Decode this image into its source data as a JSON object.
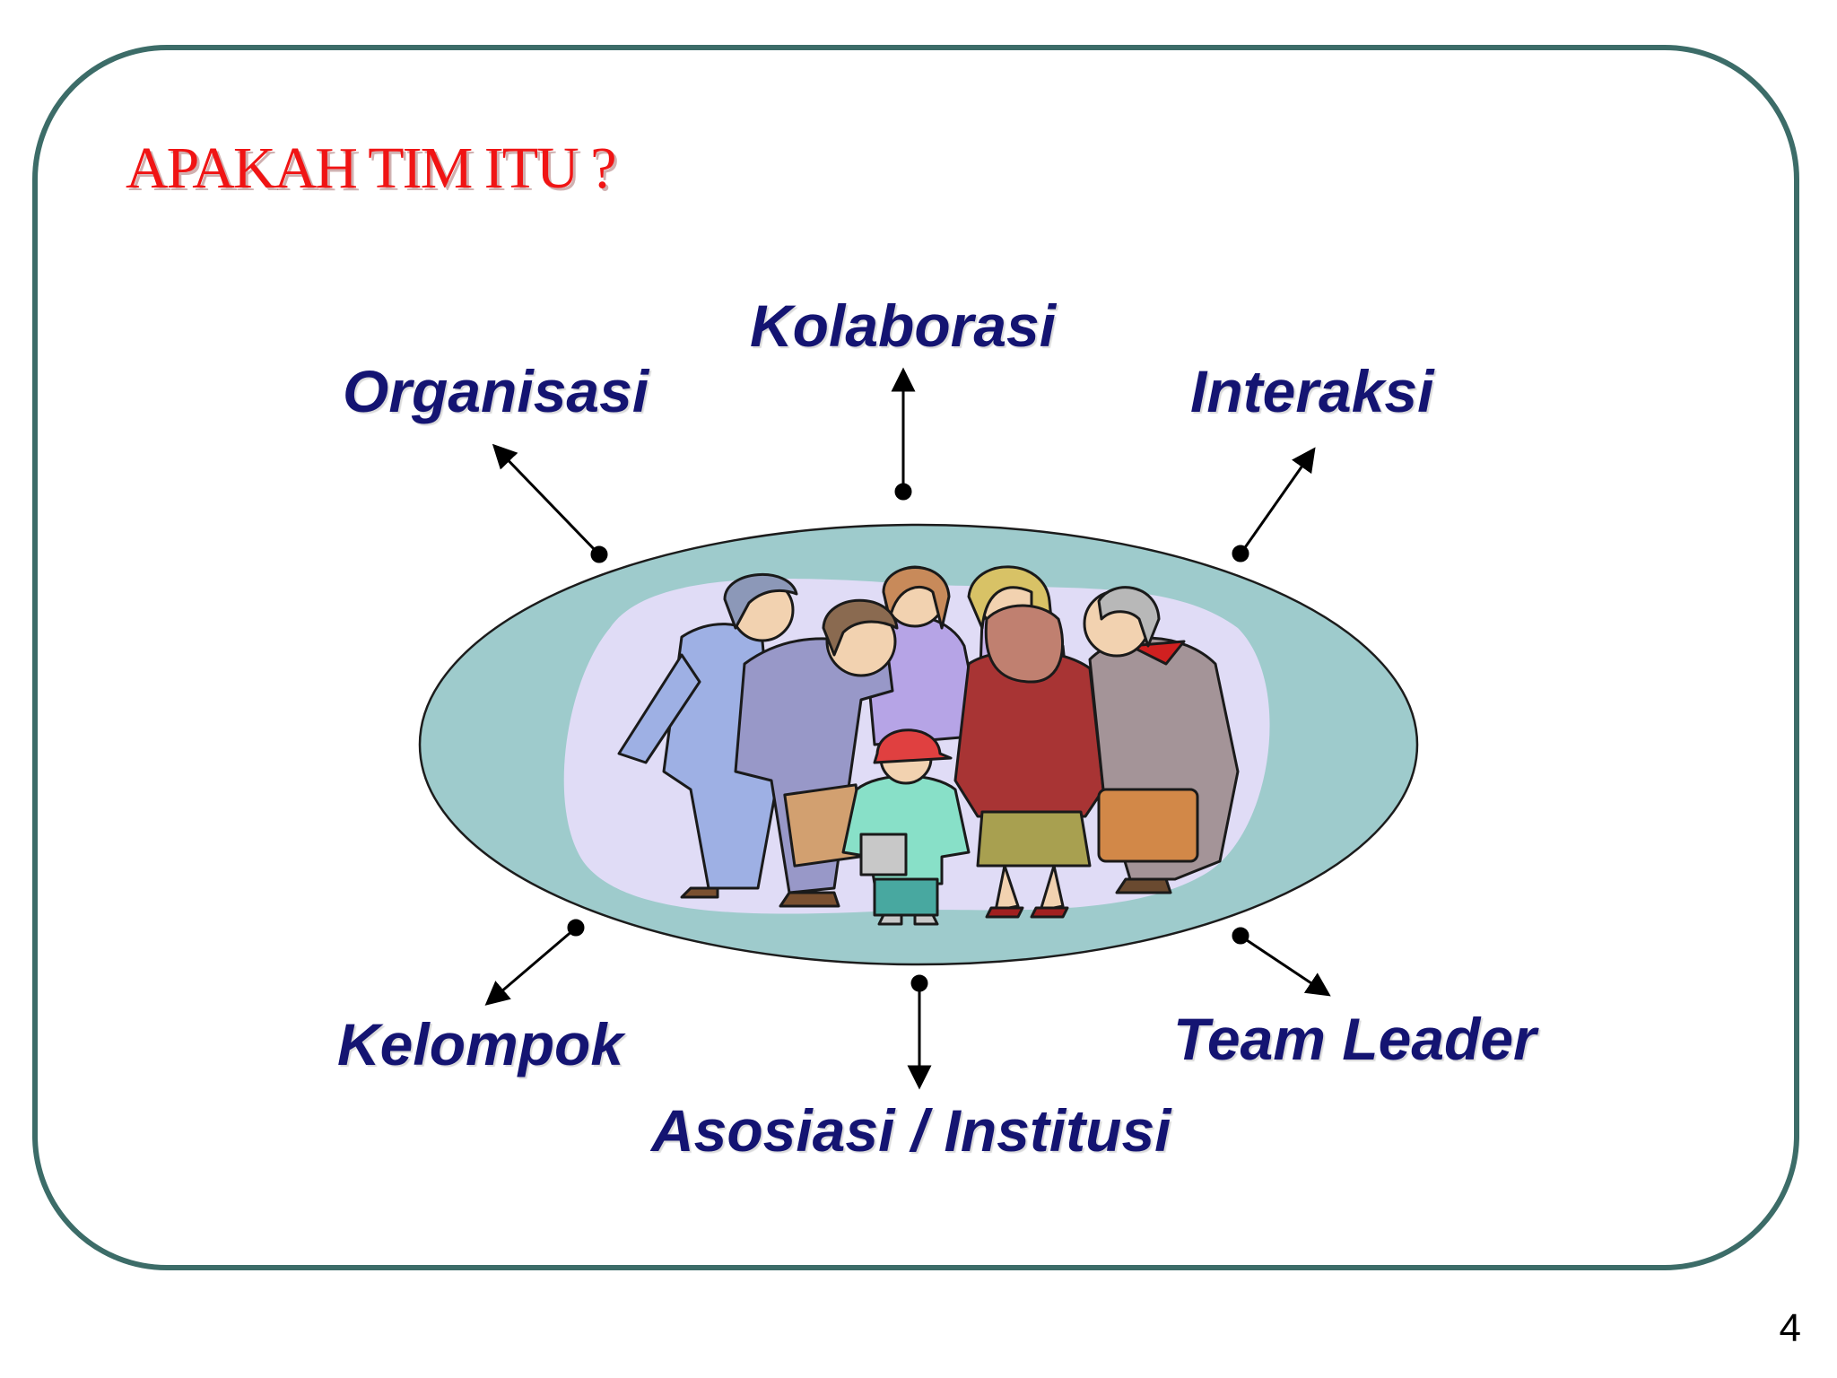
{
  "slide": {
    "title": "APAKAH TIM ITU ?",
    "page_number": "4"
  },
  "terms": {
    "top": "Kolaborasi",
    "top_left": "Organisasi",
    "top_right": "Interaksi",
    "bottom_left": "Kelompok",
    "bottom": "Asosiasi / Institusi",
    "bottom_right": "Team Leader"
  },
  "colors": {
    "title": "#f01414",
    "terms": "#141472",
    "frame_border": "#3c6c68",
    "ellipse_fill": "#9ecbcc",
    "inner_glow": "#e0dcf6"
  },
  "illustration": {
    "icon": "team-of-people-clipart-icon"
  }
}
